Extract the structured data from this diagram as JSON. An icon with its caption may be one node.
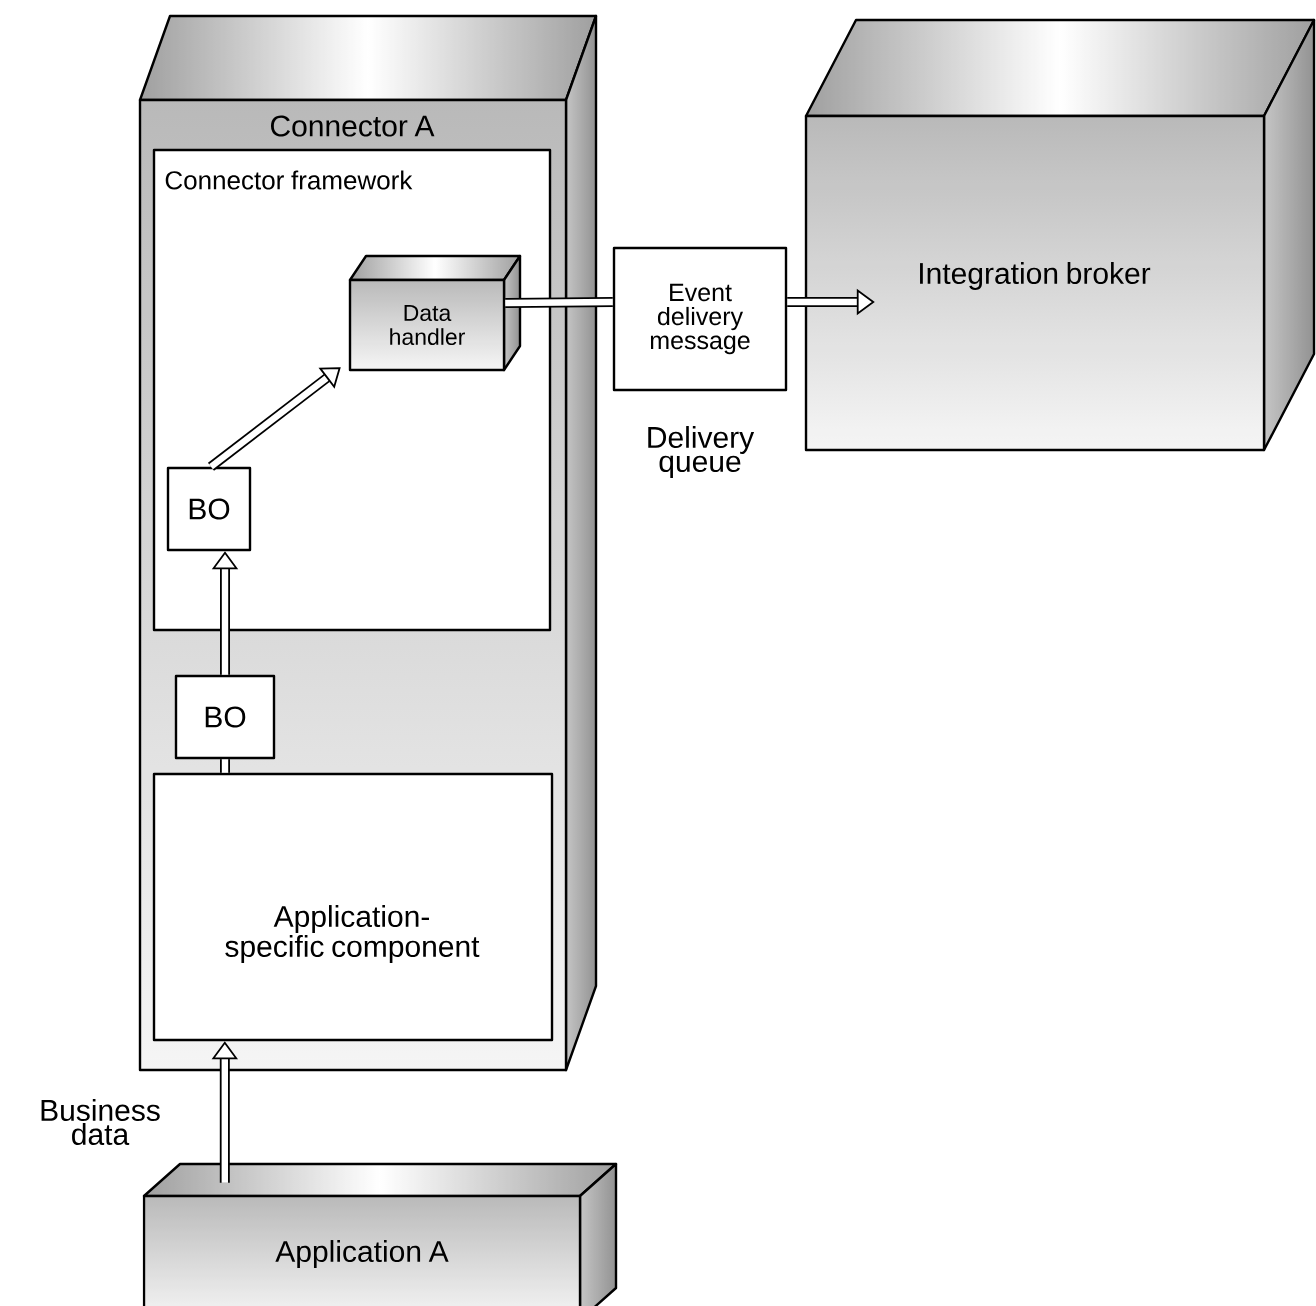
{
  "diagram": {
    "nodes": [
      {
        "text": [
          "Connector A"
        ]
      },
      {
        "text": [
          "Connector framework"
        ],
        "in": 0
      },
      {
        "text": [
          "Data handler"
        ],
        "in": 1
      },
      {
        "text": [
          "BO"
        ],
        "in": 1
      },
      {
        "text": [
          "BO"
        ],
        "in": 0
      },
      {
        "text": [
          "Application-specific component"
        ],
        "in": 0
      },
      {
        "text": [
          "Event delivery message"
        ],
        "beside": [
          "Delivery queue"
        ]
      },
      {
        "text": [
          "Integration broker"
        ]
      },
      {
        "text": [
          "Application A"
        ]
      }
    ],
    "edges": [
      {
        "from": 8,
        "to": 5,
        "arrow": "to",
        "label": "Business data"
      },
      {
        "from": 5,
        "to": 4,
        "arrow": "none"
      },
      {
        "from": 4,
        "to": 3,
        "arrow": "to"
      },
      {
        "from": 3,
        "to": 2,
        "arrow": "to"
      },
      {
        "from": 2,
        "to": 6,
        "arrow": "none"
      },
      {
        "from": 6,
        "to": 7,
        "arrow": "to"
      }
    ]
  }
}
